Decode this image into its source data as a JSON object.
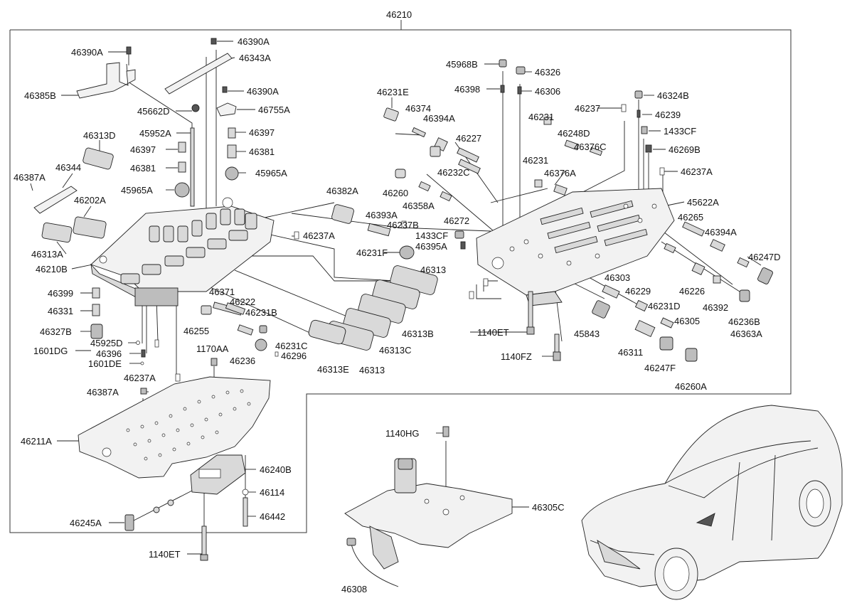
{
  "title": "46210",
  "labels": [
    "46390A",
    "46390A",
    "46343A",
    "46385B",
    "46390A",
    "45662D",
    "46755A",
    "45952A",
    "46397",
    "46313D",
    "46397",
    "46381",
    "46381",
    "46387A",
    "46344",
    "45965A",
    "45965A",
    "46202A",
    "46382A",
    "46393A",
    "46237B",
    "46237A",
    "1433CF",
    "46395A",
    "46231F",
    "46313A",
    "46210B",
    "46399",
    "46331",
    "46327B",
    "45925D",
    "1601DG",
    "46396",
    "1601DE",
    "46371",
    "46222",
    "46231B",
    "46255",
    "46231C",
    "46296",
    "46236",
    "46313",
    "46313B",
    "46313C",
    "46313",
    "46313E",
    "46237A",
    "1170AA",
    "46387A",
    "46211A",
    "46240B",
    "46114",
    "46442",
    "46245A",
    "1140ET",
    "45968B",
    "46326",
    "46398",
    "46306",
    "46231E",
    "46374",
    "46394A",
    "46227",
    "46232C",
    "46260",
    "46358A",
    "46272",
    "46237",
    "46231",
    "46248D",
    "46376C",
    "46231",
    "46376A",
    "46324B",
    "46239",
    "1433CF",
    "46269B",
    "46237A",
    "45622A",
    "46265",
    "46394A",
    "46247D",
    "46303",
    "46229",
    "46231D",
    "46226",
    "46392",
    "46236B",
    "46363A",
    "46305",
    "45843",
    "46311",
    "46247F",
    "46260A",
    "1140ET",
    "1140FZ",
    "1140HG",
    "46305C",
    "46308"
  ]
}
